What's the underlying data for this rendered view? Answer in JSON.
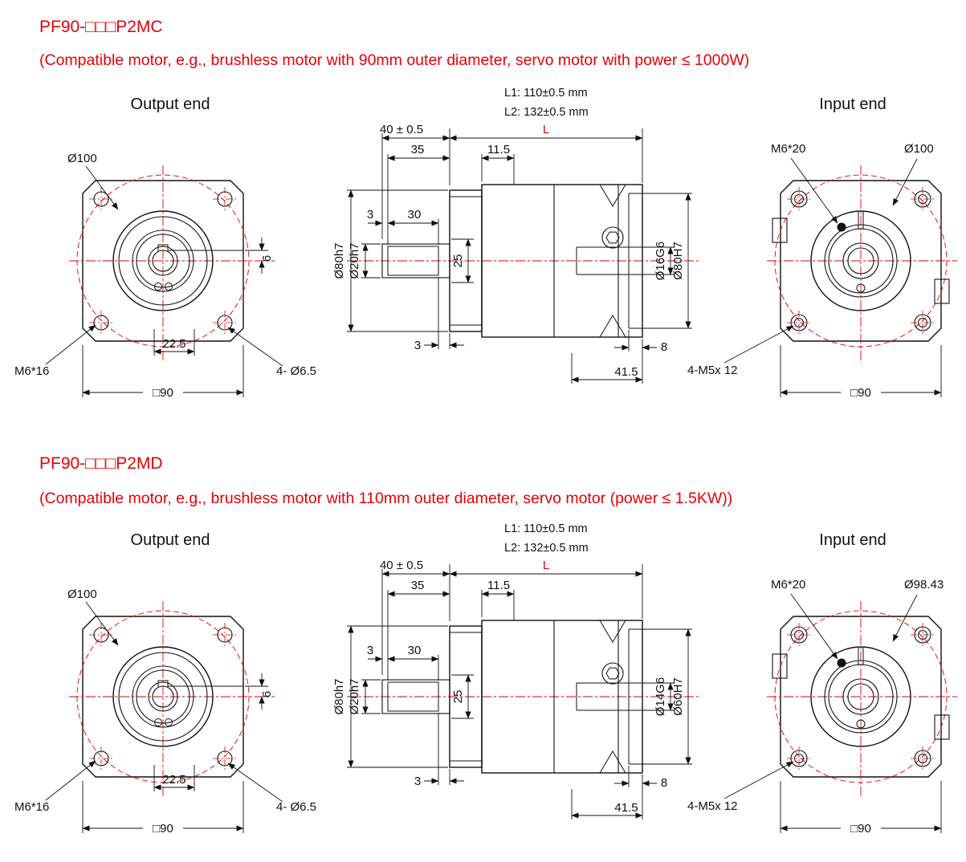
{
  "sections": [
    {
      "title": "PF90-□□□P2MC",
      "subtitle": "(Compatible motor, e.g., brushless motor with 90mm outer diameter, servo motor with power ≤ 1000W)",
      "labels": {
        "output_end": "Output end",
        "input_end": "Input end",
        "l1": "L1: 110±0.5 mm",
        "l2": "L2: 132±0.5 mm"
      },
      "output_view": {
        "bolt_circle": "Ø100",
        "corner_tap": "M6*16",
        "key_offset": "22.5",
        "square": "□90",
        "holes": "4- Ø6.5",
        "key_height": "6"
      },
      "side_view": {
        "shaft_len": "40 ± 0.5",
        "overall_len": "L",
        "dim35": "35",
        "dim11_5": "11.5",
        "key_start": "3",
        "key_len": "30",
        "pilot_dia": "Ø80h7",
        "shaft_dia": "Ø20h7",
        "dim25": "25",
        "bore_dia": "Ø16G6",
        "input_pilot_dia": "Ø80H7",
        "dim3": "3",
        "pilot_depth": "8",
        "dim41_5": "41.5"
      },
      "input_view": {
        "taps": "4-M5x 12",
        "clamp_screw": "M6*20",
        "bolt_circle": "Ø100",
        "square": "□90"
      }
    },
    {
      "title": "PF90-□□□P2MD",
      "subtitle": "(Compatible motor, e.g., brushless motor with 110mm outer diameter, servo motor (power ≤ 1.5KW))",
      "labels": {
        "output_end": "Output end",
        "input_end": "Input end",
        "l1": "L1: 110±0.5 mm",
        "l2": "L2: 132±0.5 mm"
      },
      "output_view": {
        "bolt_circle": "Ø100",
        "corner_tap": "M6*16",
        "key_offset": "22.5",
        "square": "□90",
        "holes": "4- Ø6.5",
        "key_height": "6"
      },
      "side_view": {
        "shaft_len": "40 ± 0.5",
        "overall_len": "L",
        "dim35": "35",
        "dim11_5": "11.5",
        "key_start": "3",
        "key_len": "30",
        "pilot_dia": "Ø80h7",
        "shaft_dia": "Ø20h7",
        "dim25": "25",
        "bore_dia": "Ø14G6",
        "input_pilot_dia": "Ø60H7",
        "dim3": "3",
        "pilot_depth": "8",
        "dim41_5": "41.5"
      },
      "input_view": {
        "taps": "4-M5x 12",
        "clamp_screw": "M6*20",
        "bolt_circle": "Ø98.43",
        "square": "□90"
      }
    }
  ]
}
